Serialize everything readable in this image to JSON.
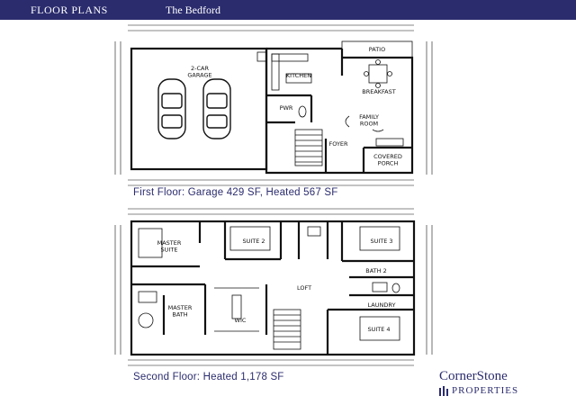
{
  "header": {
    "title": "FLOOR PLANS",
    "subtitle": "The Bedford"
  },
  "first_floor": {
    "caption": "First Floor: Garage 429 SF, Heated 567 SF",
    "rooms": {
      "patio": "PATIO",
      "garage": "2-CAR\nGARAGE",
      "kitchen": "KITCHEN",
      "breakfast": "BREAKFAST",
      "pwr": "PWR",
      "family_room": "FAMILY\nROOM",
      "foyer": "FOYER",
      "covered_porch": "COVERED\nPORCH"
    }
  },
  "second_floor": {
    "caption": "Second Floor: Heated 1,178 SF",
    "rooms": {
      "master_suite": "MASTER\nSUITE",
      "suite2": "SUITE 2",
      "suite3": "SUITE 3",
      "bath2": "BATH 2",
      "loft": "LOFT",
      "laundry": "LAUNDRY",
      "master_bath": "MASTER\nBATH",
      "wic": "WIC",
      "suite4": "SUITE 4"
    }
  },
  "logo": {
    "top": "CornerStone",
    "bottom": "PROPERTIES"
  },
  "colors": {
    "header_bg": "#2b2c6e",
    "caption": "#2b2c6e",
    "wall": "#111111"
  }
}
